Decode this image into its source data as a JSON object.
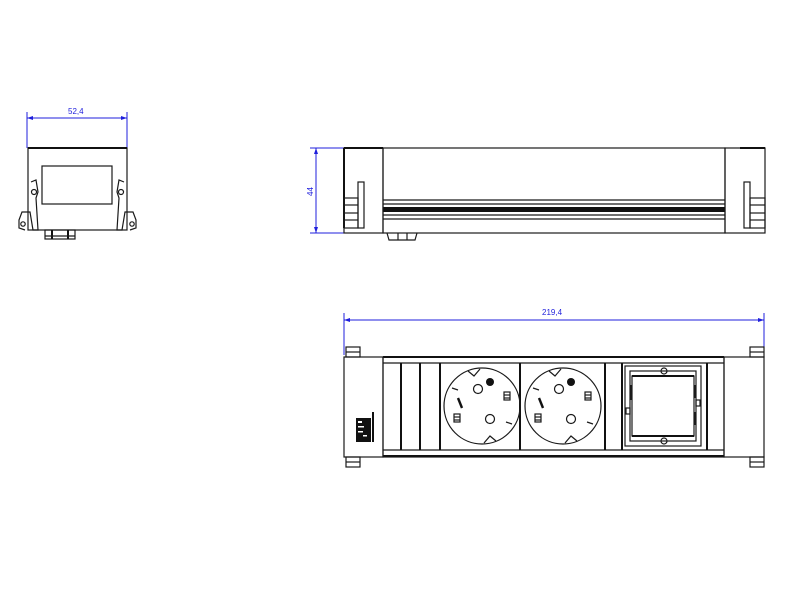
{
  "drawing": {
    "type": "technical-drawing",
    "subject": "Desk power socket module (2x Schuko + 1 data module)",
    "colors": {
      "line": "#1a1a1a",
      "dimension": "#1f1fdc",
      "background": "#ffffff"
    },
    "views": {
      "end_view": {
        "label": "end-view",
        "dimensions": {
          "width": "52,4"
        }
      },
      "side_view": {
        "label": "side-view",
        "dimensions": {
          "height": "44"
        }
      },
      "top_view": {
        "label": "top-view",
        "dimensions": {
          "length": "219,4"
        },
        "modules": [
          {
            "type": "blank-slots",
            "count": 3
          },
          {
            "type": "schuko-socket"
          },
          {
            "type": "schuko-socket"
          },
          {
            "type": "data-module-frame"
          }
        ]
      }
    }
  }
}
